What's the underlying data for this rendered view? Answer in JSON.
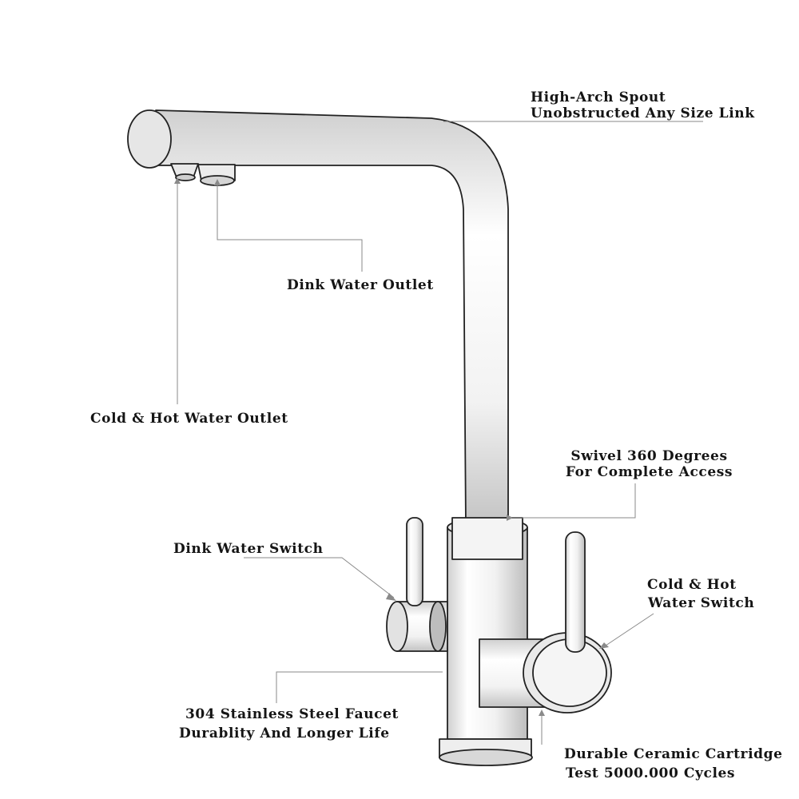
{
  "callouts": {
    "spout": {
      "line1": "High-Arch Spout",
      "line2": "Unobstructed Any Size Link"
    },
    "drink_outlet": {
      "text": "Dink Water Outlet"
    },
    "coldhot_outlet": {
      "text": "Cold & Hot Water Outlet"
    },
    "swivel": {
      "line1": "Swivel 360 Degrees",
      "line2": "For Complete Access"
    },
    "drink_switch": {
      "text": "Dink Water Switch"
    },
    "coldhot_switch": {
      "line1": "Cold & Hot",
      "line2": "Water Switch"
    },
    "steel": {
      "line1": "304 Stainless Steel Faucet",
      "line2": "Durablity And Longer Life"
    },
    "cartridge": {
      "line1": "Durable Ceramic Cartridge",
      "line2": "Test 5000.000 Cycles"
    }
  },
  "colors": {
    "ink": "#151515",
    "line": "#8a8a8a",
    "shade": "#d9d9d9",
    "background": "#ffffff"
  }
}
